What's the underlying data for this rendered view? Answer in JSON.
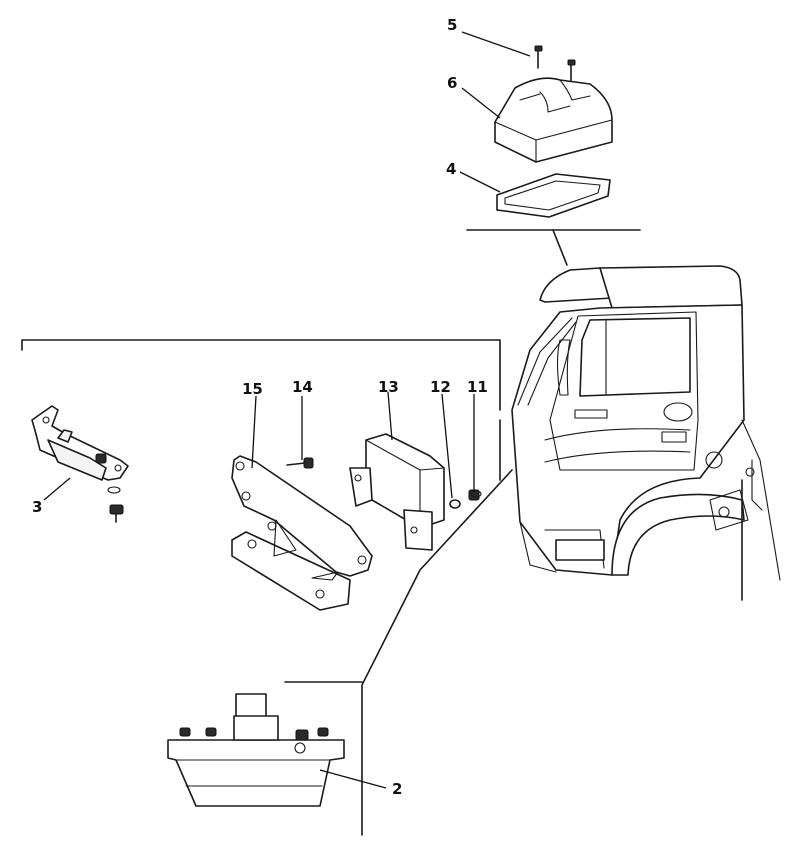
{
  "callouts": [
    {
      "id": "c2",
      "text": "2"
    },
    {
      "id": "c3",
      "text": "3"
    },
    {
      "id": "c4",
      "text": "4"
    },
    {
      "id": "c5",
      "text": "5"
    },
    {
      "id": "c6",
      "text": "6"
    },
    {
      "id": "c11",
      "text": "11"
    },
    {
      "id": "c12",
      "text": "12"
    },
    {
      "id": "c13",
      "text": "13"
    },
    {
      "id": "c14",
      "text": "14"
    },
    {
      "id": "c15",
      "text": "15"
    }
  ]
}
